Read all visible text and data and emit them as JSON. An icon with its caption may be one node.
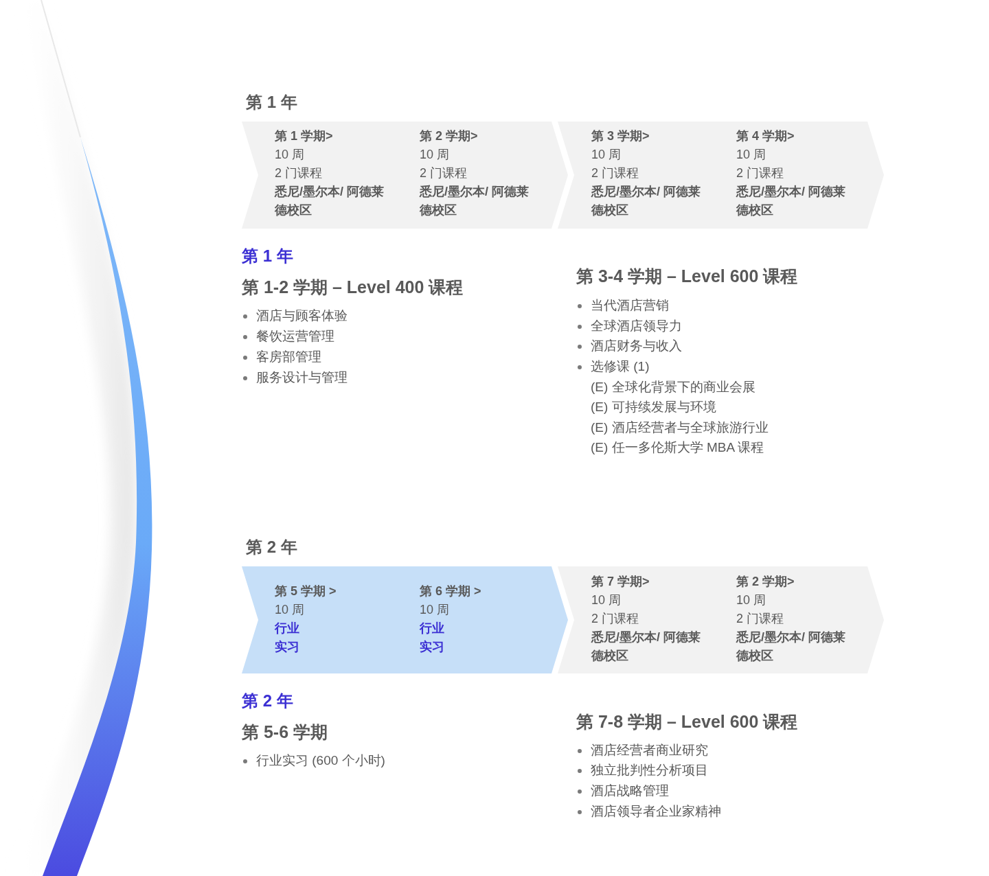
{
  "diagram": {
    "nodes": [
      {
        "text": [
          "第 1 学期>",
          "10 周",
          "2 门课程",
          "悉尼/墨尔本/ 阿德莱德校区",
          "第 2 学期>",
          "10 周",
          "2 门课程",
          "悉尼/墨尔本/ 阿德莱德校区"
        ]
      },
      {
        "text": [
          "第 3 学期>",
          "10 周",
          "2 门课程",
          "悉尼/墨尔本/ 阿德莱德校区",
          "第 4 学期>",
          "10 周",
          "2 门课程",
          "悉尼/墨尔本/ 阿德莱德校区"
        ]
      },
      {
        "text": [
          "第 5 学期 >",
          "10 周",
          "行业实习",
          "第 6 学期 >",
          "10 周",
          "行业实习"
        ]
      },
      {
        "text": [
          "第 7 学期>",
          "10 周",
          "2 门课程",
          "悉尼/墨尔本/ 阿德莱德校区",
          "第 2 学期>",
          "10 周",
          "2 门课程",
          "悉尼/墨尔本/ 阿德莱德校区"
        ]
      }
    ],
    "edges": [],
    "labels": [
      "第 1 年",
      "第 1 年",
      "第 1-2 学期 – Level 400 课程",
      "酒店与顾客体验",
      "餐饮运营管理",
      "客房部管理",
      "服务设计与管理",
      "第 3-4 学期 – Level 600 课程",
      "当代酒店营销",
      "全球酒店领导力",
      "酒店财务与收入",
      "选修课 (1)",
      "(E) 全球化背景下的商业会展",
      "(E) 可持续发展与环境",
      "(E) 酒店经营者与全球旅游行业",
      "(E) 任一多伦斯大学 MBA 课程",
      "第 2 年",
      "第 2 年",
      "第 5-6 学期",
      "行业实习 (600 个小时)",
      "第 7-8 学期 – Level 600 课程",
      "酒店经营者商业研究",
      "独立批判性分析项目",
      "酒店战略管理",
      "酒店领导者企业家精神"
    ]
  }
}
